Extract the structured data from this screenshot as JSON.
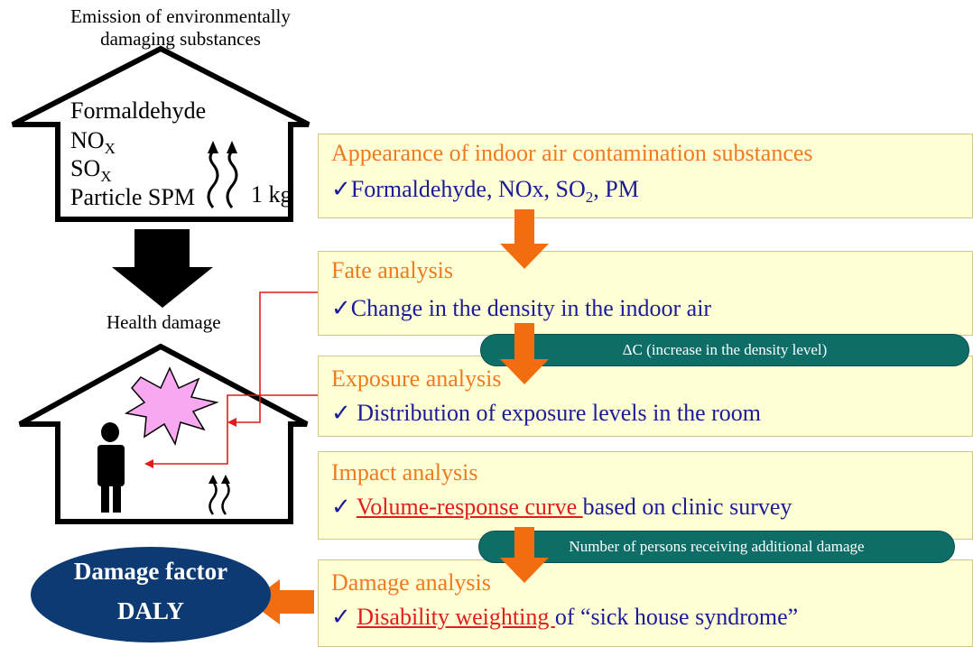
{
  "emission_title": "Emission of environmentally damaging substances",
  "substances": {
    "formaldehyde": "Formaldehyde",
    "nox_base": "NO",
    "nox_sub": "X",
    "sox_base": "SO",
    "sox_sub": "X",
    "particle": "Particle SPM"
  },
  "amount": "1 kg",
  "health_damage": "Health damage",
  "boxes": {
    "appearance": {
      "title": "Appearance of indoor air contamination substances",
      "line_prefix": "✓Formaldehyde, NOx, SO",
      "line_sub": "2",
      "line_suffix": ", PM"
    },
    "fate": {
      "title": "Fate analysis",
      "line": "✓Change in the density in the indoor air"
    },
    "exposure": {
      "title": "Exposure analysis",
      "line": "✓ Distribution of exposure levels in the room"
    },
    "impact": {
      "title": "Impact analysis",
      "check": "✓ ",
      "underlined": "Volume-response curve ",
      "rest": "based on clinic survey"
    },
    "damage": {
      "title": "Damage analysis",
      "check": "✓ ",
      "underlined": "Disability weighting ",
      "rest": "of “sick house syndrome”"
    }
  },
  "pills": {
    "delta_c": "ΔC (increase in the density level)",
    "persons": "Number of persons receiving additional damage"
  },
  "damage_factor": {
    "line1": "Damage factor",
    "line2": "DALY"
  },
  "colors": {
    "box_fill": "#ffffd6",
    "title_orange": "#f07a1e",
    "text_navy": "#1b1b9a",
    "arrow_orange": "#f26d0f",
    "pill_teal": "#0f6d68",
    "oval_navy": "#0d3a73",
    "connector_red": "#e21b1b",
    "burst_pink": "#f7a8f0"
  }
}
